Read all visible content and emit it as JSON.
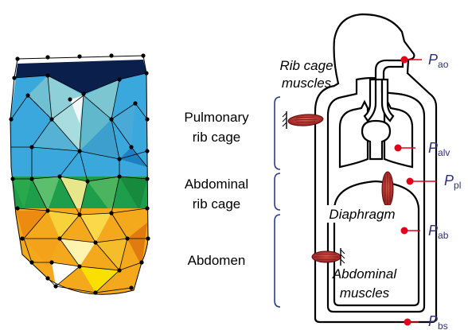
{
  "mesh_labels": {
    "pulmonary": [
      "Pulmonary",
      "rib cage"
    ],
    "abdominal_rc": [
      "Abdominal",
      "rib cage"
    ],
    "abdomen": "Abdomen"
  },
  "muscle_labels": {
    "rib_cage": [
      "Rib cage",
      "muscles"
    ],
    "diaphragm": "Diaphragm",
    "abdominal": [
      "Abdominal",
      "muscles"
    ]
  },
  "pressures": [
    {
      "id": "ao",
      "symbol": "P",
      "sub": "ao"
    },
    {
      "id": "alv",
      "symbol": "P",
      "sub": "alv"
    },
    {
      "id": "pl",
      "symbol": "P",
      "sub": "pl"
    },
    {
      "id": "ab",
      "symbol": "P",
      "sub": "ab"
    },
    {
      "id": "bs",
      "symbol": "P",
      "sub": "bs"
    }
  ],
  "colors": {
    "top_cap": "#0b1f4d",
    "pulmonary_rc": "#3aa8dc",
    "abdominal_rc": "#1e9e4a",
    "abdomen": "#f4a81c",
    "pressure_marker": "#e3001b",
    "muscle": "#c0272d",
    "brace": "#2e3a8c"
  },
  "icons": [
    "muscle-icon",
    "anchor-hatch-icon"
  ]
}
